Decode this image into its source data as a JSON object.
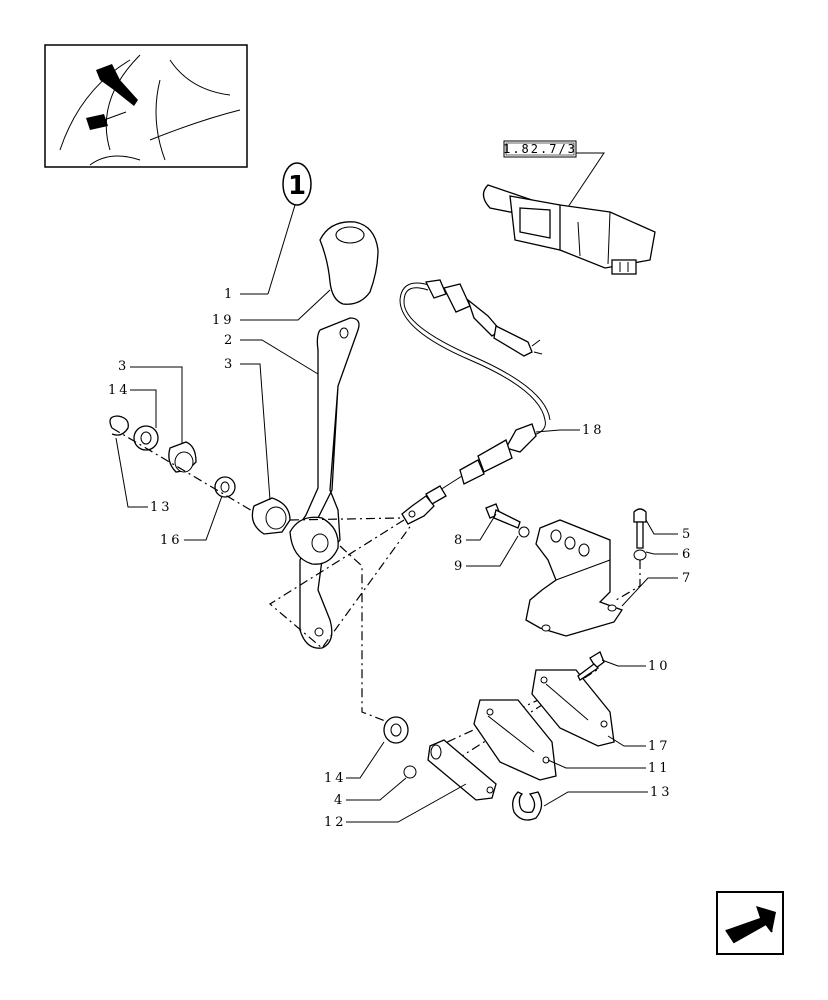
{
  "diagram": {
    "group_number": "1",
    "reference": "1.82.7/3",
    "callouts": [
      "1",
      "19",
      "2",
      "3",
      "3",
      "14",
      "13",
      "16",
      "18",
      "8",
      "9",
      "5",
      "6",
      "7",
      "10",
      "17",
      "11",
      "13",
      "14",
      "4",
      "12"
    ]
  },
  "nav": {
    "icon": "next-page-arrow-icon"
  }
}
